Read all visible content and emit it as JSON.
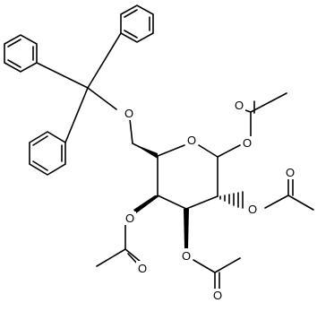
{
  "structure": {
    "atoms": [
      {
        "label": "O"
      },
      {
        "label": "O"
      },
      {
        "label": "O"
      },
      {
        "label": "O"
      },
      {
        "label": "O"
      },
      {
        "label": "O"
      },
      {
        "label": "O"
      },
      {
        "label": "O"
      },
      {
        "label": "O"
      },
      {
        "label": "O"
      }
    ]
  }
}
